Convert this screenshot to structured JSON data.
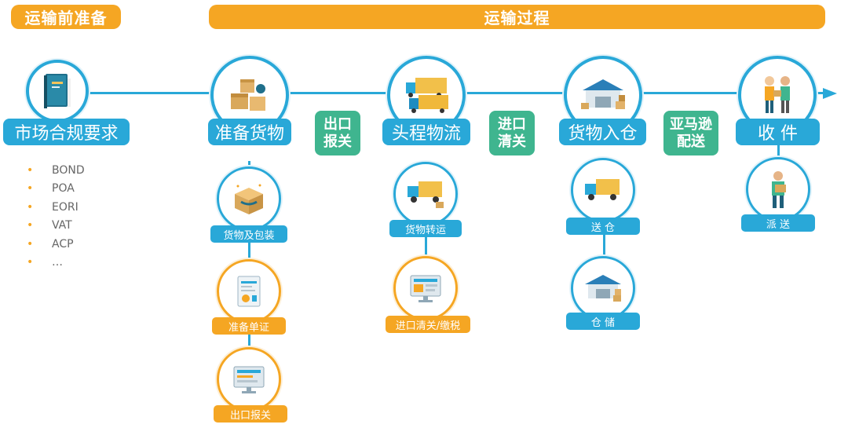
{
  "banners": {
    "pre": "运输前准备",
    "process": "运输过程"
  },
  "main_steps": [
    {
      "label": "市场合规要求",
      "icon": "book-icon"
    },
    {
      "label": "准备货物",
      "icon": "boxes-icon"
    },
    {
      "label": "头程物流",
      "icon": "trucks-icon"
    },
    {
      "label": "货物入仓",
      "icon": "warehouse-icon"
    },
    {
      "label": "收 件",
      "icon": "handover-icon"
    }
  ],
  "connectors": [
    {
      "text": "出口\n报关"
    },
    {
      "text": "进口\n清关"
    },
    {
      "text": "亚马逊\n配送"
    }
  ],
  "requirements": {
    "items": [
      "BOND",
      "POA",
      "EORI",
      "VAT",
      "ACP",
      "…"
    ]
  },
  "sub_steps": {
    "prepare": [
      {
        "label": "货物及包装",
        "icon": "package-icon",
        "color": "blue"
      },
      {
        "label": "准备单证",
        "icon": "document-icon",
        "color": "orange"
      },
      {
        "label": "出口报关",
        "icon": "monitor-icon",
        "color": "orange"
      }
    ],
    "firstleg": [
      {
        "label": "货物转运",
        "icon": "transfer-truck-icon",
        "color": "blue"
      },
      {
        "label": "进口清关/缴税",
        "icon": "customs-monitor-icon",
        "color": "orange"
      }
    ],
    "warehouse": [
      {
        "label": "送 仓",
        "icon": "delivery-truck-icon",
        "color": "blue"
      },
      {
        "label": "仓 储",
        "icon": "storage-icon",
        "color": "blue"
      }
    ],
    "receive": [
      {
        "label": "派 送",
        "icon": "courier-icon",
        "color": "blue"
      }
    ]
  },
  "colors": {
    "accent_blue": "#29a8d8",
    "accent_orange": "#f5a623",
    "connector_green": "#3fb58f"
  }
}
